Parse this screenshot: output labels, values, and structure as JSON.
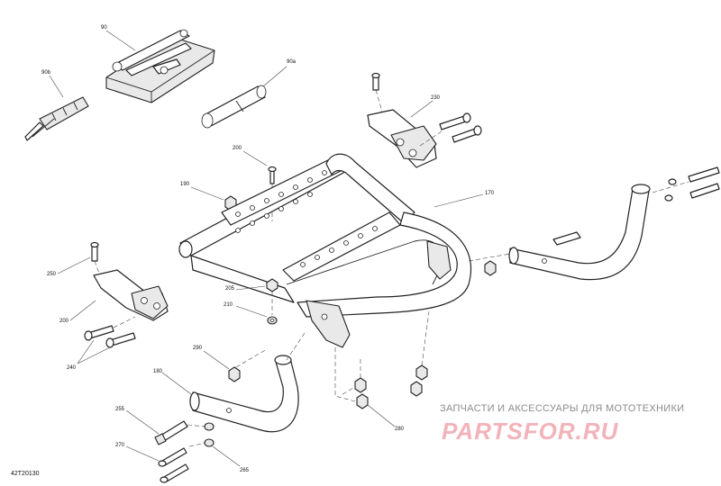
{
  "diagram": {
    "drawing_number": "42T20130",
    "callouts": [
      "90",
      "90b",
      "90a",
      "230",
      "200",
      "190",
      "170",
      "250",
      "200",
      "205",
      "210",
      "240",
      "290",
      "180",
      "255",
      "270",
      "265",
      "280"
    ]
  },
  "watermark": {
    "subtitle": "ЗАПЧАСТИ И АКСЕССУАРЫ ДЛЯ МОТОТЕХНИКИ",
    "logo": "PARTSFOR.RU"
  },
  "colors": {
    "line": "#222222",
    "watermark": "#f2b3ba",
    "watermark_text": "#8c8c8c"
  }
}
